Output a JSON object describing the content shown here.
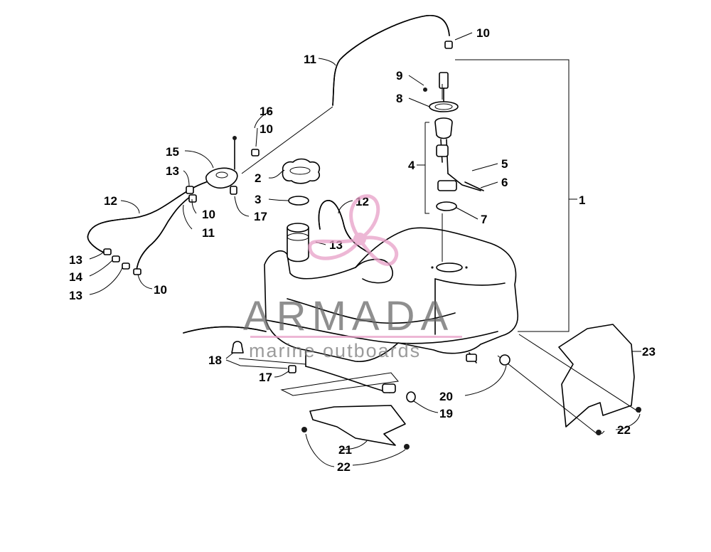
{
  "callouts": {
    "c1": "1",
    "c2": "2",
    "c3": "3",
    "c4": "4",
    "c5": "5",
    "c6": "6",
    "c7": "7",
    "c8": "8",
    "c9": "9",
    "c10_top": "10",
    "c10_mid": "10",
    "c10_left": "10",
    "c10_bottom": "10",
    "c11_top": "11",
    "c11_left": "11",
    "c12_left": "12",
    "c12_tank": "12",
    "c13_upper": "13",
    "c13_a": "13",
    "c13_b": "13",
    "c13_tank": "13",
    "c14": "14",
    "c15": "15",
    "c16": "16",
    "c17_upper": "17",
    "c17_lower": "17",
    "c18": "18",
    "c19": "19",
    "c20": "20",
    "c21": "21",
    "c22_left": "22",
    "c22_right": "22",
    "c23": "23"
  },
  "watermark": {
    "title": "ARMADA",
    "subtitle": "marine outboards",
    "accent_color": "#e8a0c8"
  }
}
